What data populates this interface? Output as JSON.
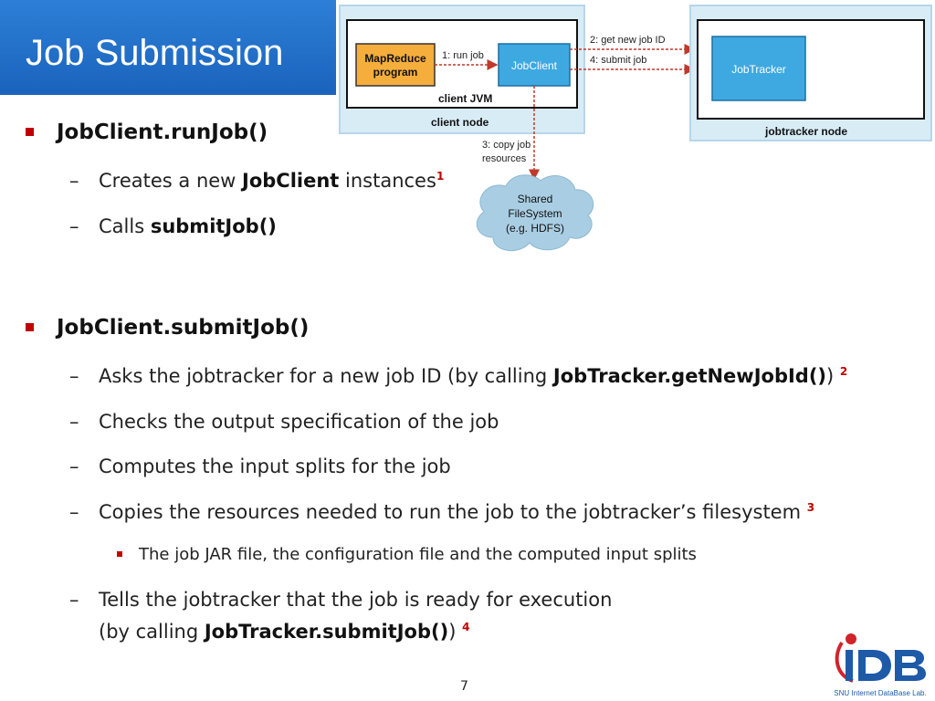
{
  "title": "Job Submission",
  "page_number": "7",
  "logo": {
    "mark": "iDB",
    "caption": "SNU Internet DataBase Lab."
  },
  "diagram": {
    "mapreduce_program": "MapReduce program",
    "mapreduce_line1": "MapReduce",
    "mapreduce_line2": "program",
    "run_job": "1: run job",
    "jobclient": "JobClient",
    "client_jvm": "client JVM",
    "client_node": "client node",
    "get_new_job_id": "2: get new job ID",
    "submit_job": "4: submit job",
    "jobtracker": "JobTracker",
    "jobtracker_node": "jobtracker node",
    "copy_line1": "3: copy job",
    "copy_line2": "resources",
    "shared_line1": "Shared",
    "shared_line2": "FileSystem",
    "shared_line3": "(e.g. HDFS)"
  },
  "sections": [
    {
      "heading": "JobClient.runJob()",
      "items": [
        {
          "pre": "Creates a new ",
          "bold": "JobClient",
          "post": " instances",
          "ref": "1"
        },
        {
          "pre": "Calls ",
          "bold": "submitJob()",
          "post": "",
          "ref": ""
        }
      ]
    },
    {
      "heading": "JobClient.submitJob()",
      "items": [
        {
          "pre": "Asks the jobtracker for a new job ID (by calling ",
          "bold": "JobTracker.getNewJobId()",
          "post": ")",
          "ref": "2"
        },
        {
          "pre": "Checks the output specification of the job",
          "bold": "",
          "post": "",
          "ref": ""
        },
        {
          "pre": "Computes the input splits for the job",
          "bold": "",
          "post": "",
          "ref": ""
        },
        {
          "pre": "Copies the resources needed to run the job to the jobtracker’s filesystem",
          "bold": "",
          "post": "",
          "ref": "3",
          "sub": "The job JAR file, the configuration file and the computed input splits"
        },
        {
          "line1": "Tells the jobtracker that the job is ready for execution",
          "pre": "(by calling ",
          "bold": "JobTracker.submitJob()",
          "post": ")",
          "ref": "4"
        }
      ]
    }
  ]
}
